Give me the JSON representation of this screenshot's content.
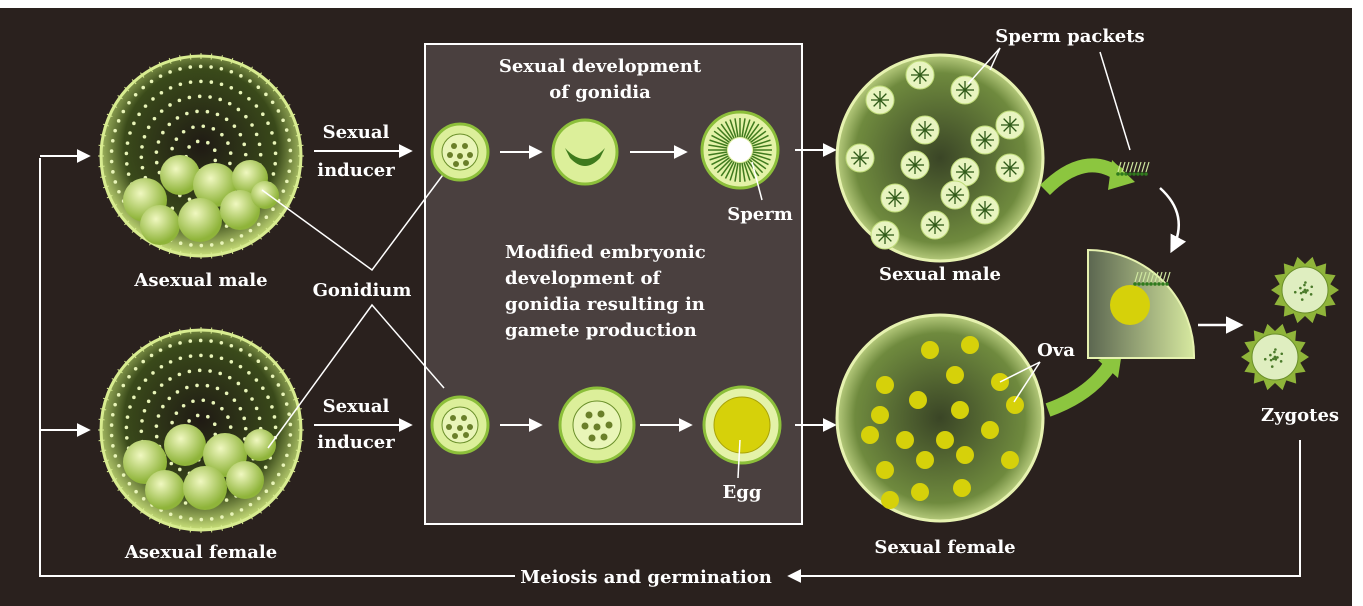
{
  "colors": {
    "background": "#2a211e",
    "cell": "#c9e07a",
    "cell_light": "#e6f2b0",
    "yellow": "#d6d10a",
    "arrow_white": "#ffffff",
    "arrow_green": "#8cc63f",
    "embryo_green": "#3f7a1d"
  },
  "labels": {
    "asexual_male": "Asexual male",
    "asexual_female": "Asexual female",
    "sexual_inducer_top_1": "Sexual",
    "sexual_inducer_top_2": "inducer",
    "sexual_inducer_bottom_1": "Sexual",
    "sexual_inducer_bottom_2": "inducer",
    "gonidium": "Gonidium",
    "box_title_1": "Sexual development",
    "box_title_2": "of gonidia",
    "box_middle_1": "Modified embryonic",
    "box_middle_2": "development of",
    "box_middle_3": "gonidia resulting in",
    "box_middle_4": "gamete production",
    "sperm": "Sperm",
    "egg": "Egg",
    "sperm_packets": "Sperm packets",
    "sexual_male": "Sexual male",
    "sexual_female": "Sexual female",
    "ova": "Ova",
    "zygotes": "Zygotes",
    "meiosis": "Meiosis and germination"
  }
}
